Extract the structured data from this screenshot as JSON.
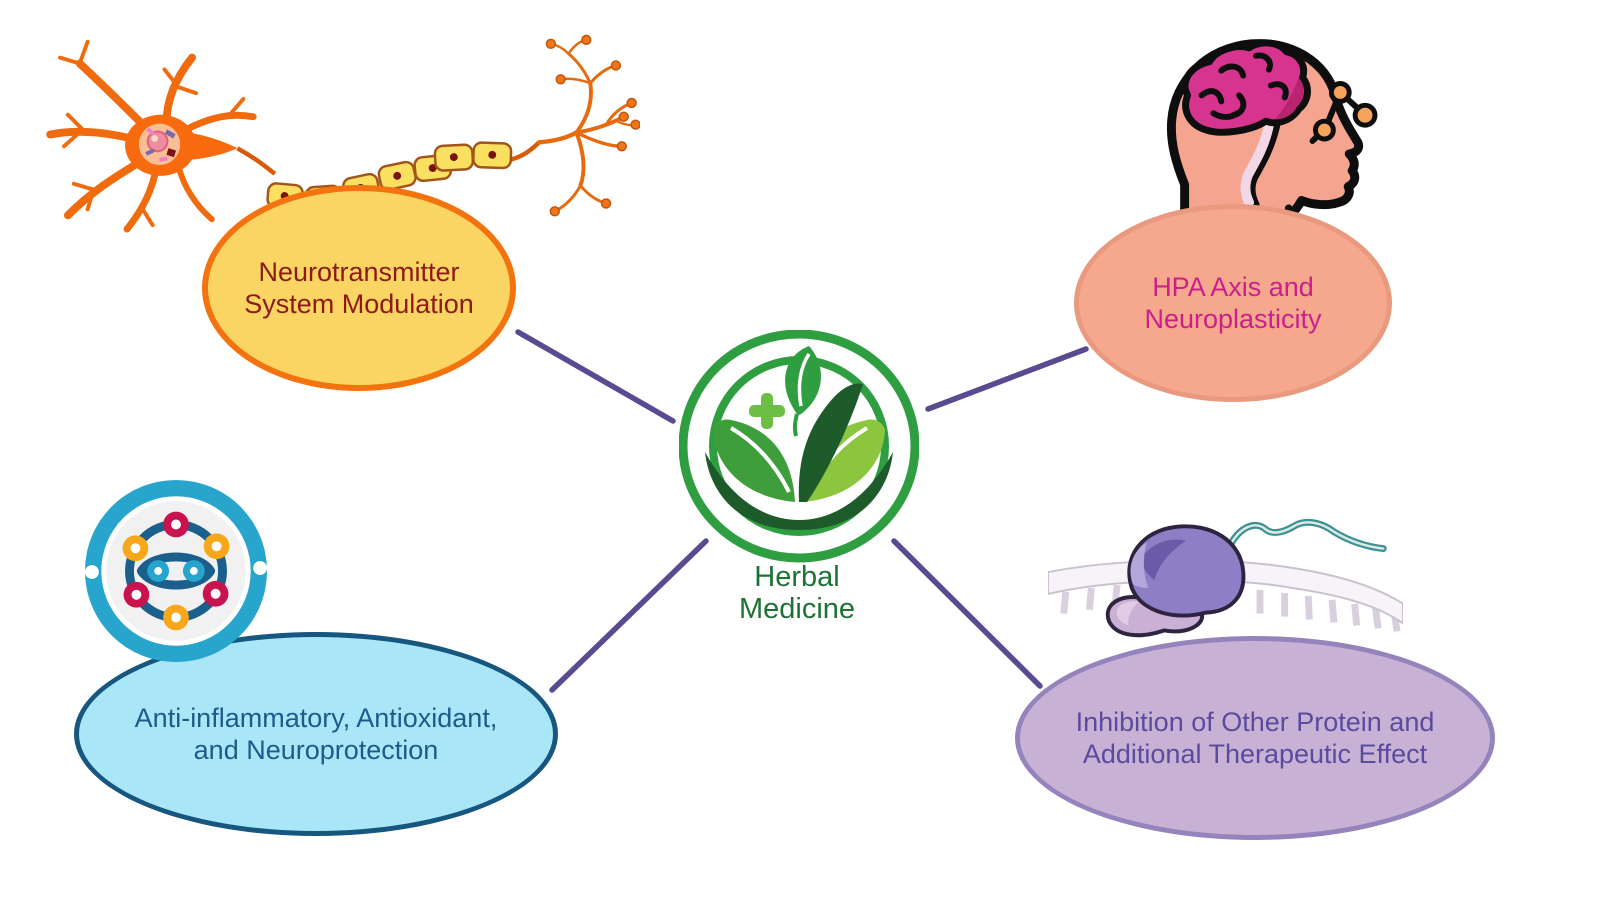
{
  "center": {
    "line1": "Herbal",
    "line2": "Medicine",
    "text_color": "#1E7235",
    "logo_icon": "herbal-medicine-leaf-bowl-logo",
    "logo_green": "#2E9E41",
    "logo_dark_green": "#1D5B2B",
    "logo_light_green": "#8CC63F"
  },
  "nodes": {
    "neurotransmitter": {
      "line1": "Neurotransmitter",
      "line2": "System Modulation",
      "fill": "#FBD564",
      "border": "#F3730F",
      "text_color": "#8C1A15",
      "icon": "neuron-myelinated-axon-icon"
    },
    "hpa": {
      "line1": "HPA Axis and",
      "line2": "Neuroplasticity",
      "fill": "#F5A88E",
      "border": "#E8997E",
      "text_color": "#C92189",
      "icon": "human-head-brain-icon"
    },
    "antiinflammatory": {
      "line1": "Anti-inflammatory, Antioxidant,",
      "line2": "and Neuroprotection",
      "fill": "#A9E6F8",
      "border": "#17567E",
      "text_color": "#1D5C8A",
      "icon": "cell-receptor-molecule-icon"
    },
    "inhibition": {
      "line1": "Inhibition of Other Protein and",
      "line2": "Additional Therapeutic Effect",
      "fill": "#C7B2D6",
      "border": "#9583BB",
      "text_color": "#5C4A9C",
      "icon": "ribosome-mrna-icon"
    }
  },
  "connectors": {
    "color": "#5A4A90"
  },
  "icons": {
    "neuron": "neuron-myelinated-axon-icon",
    "head": "human-head-brain-icon",
    "cell": "cell-receptor-molecule-icon",
    "ribosome": "ribosome-mrna-icon",
    "logo": "herbal-medicine-leaf-bowl-logo"
  }
}
